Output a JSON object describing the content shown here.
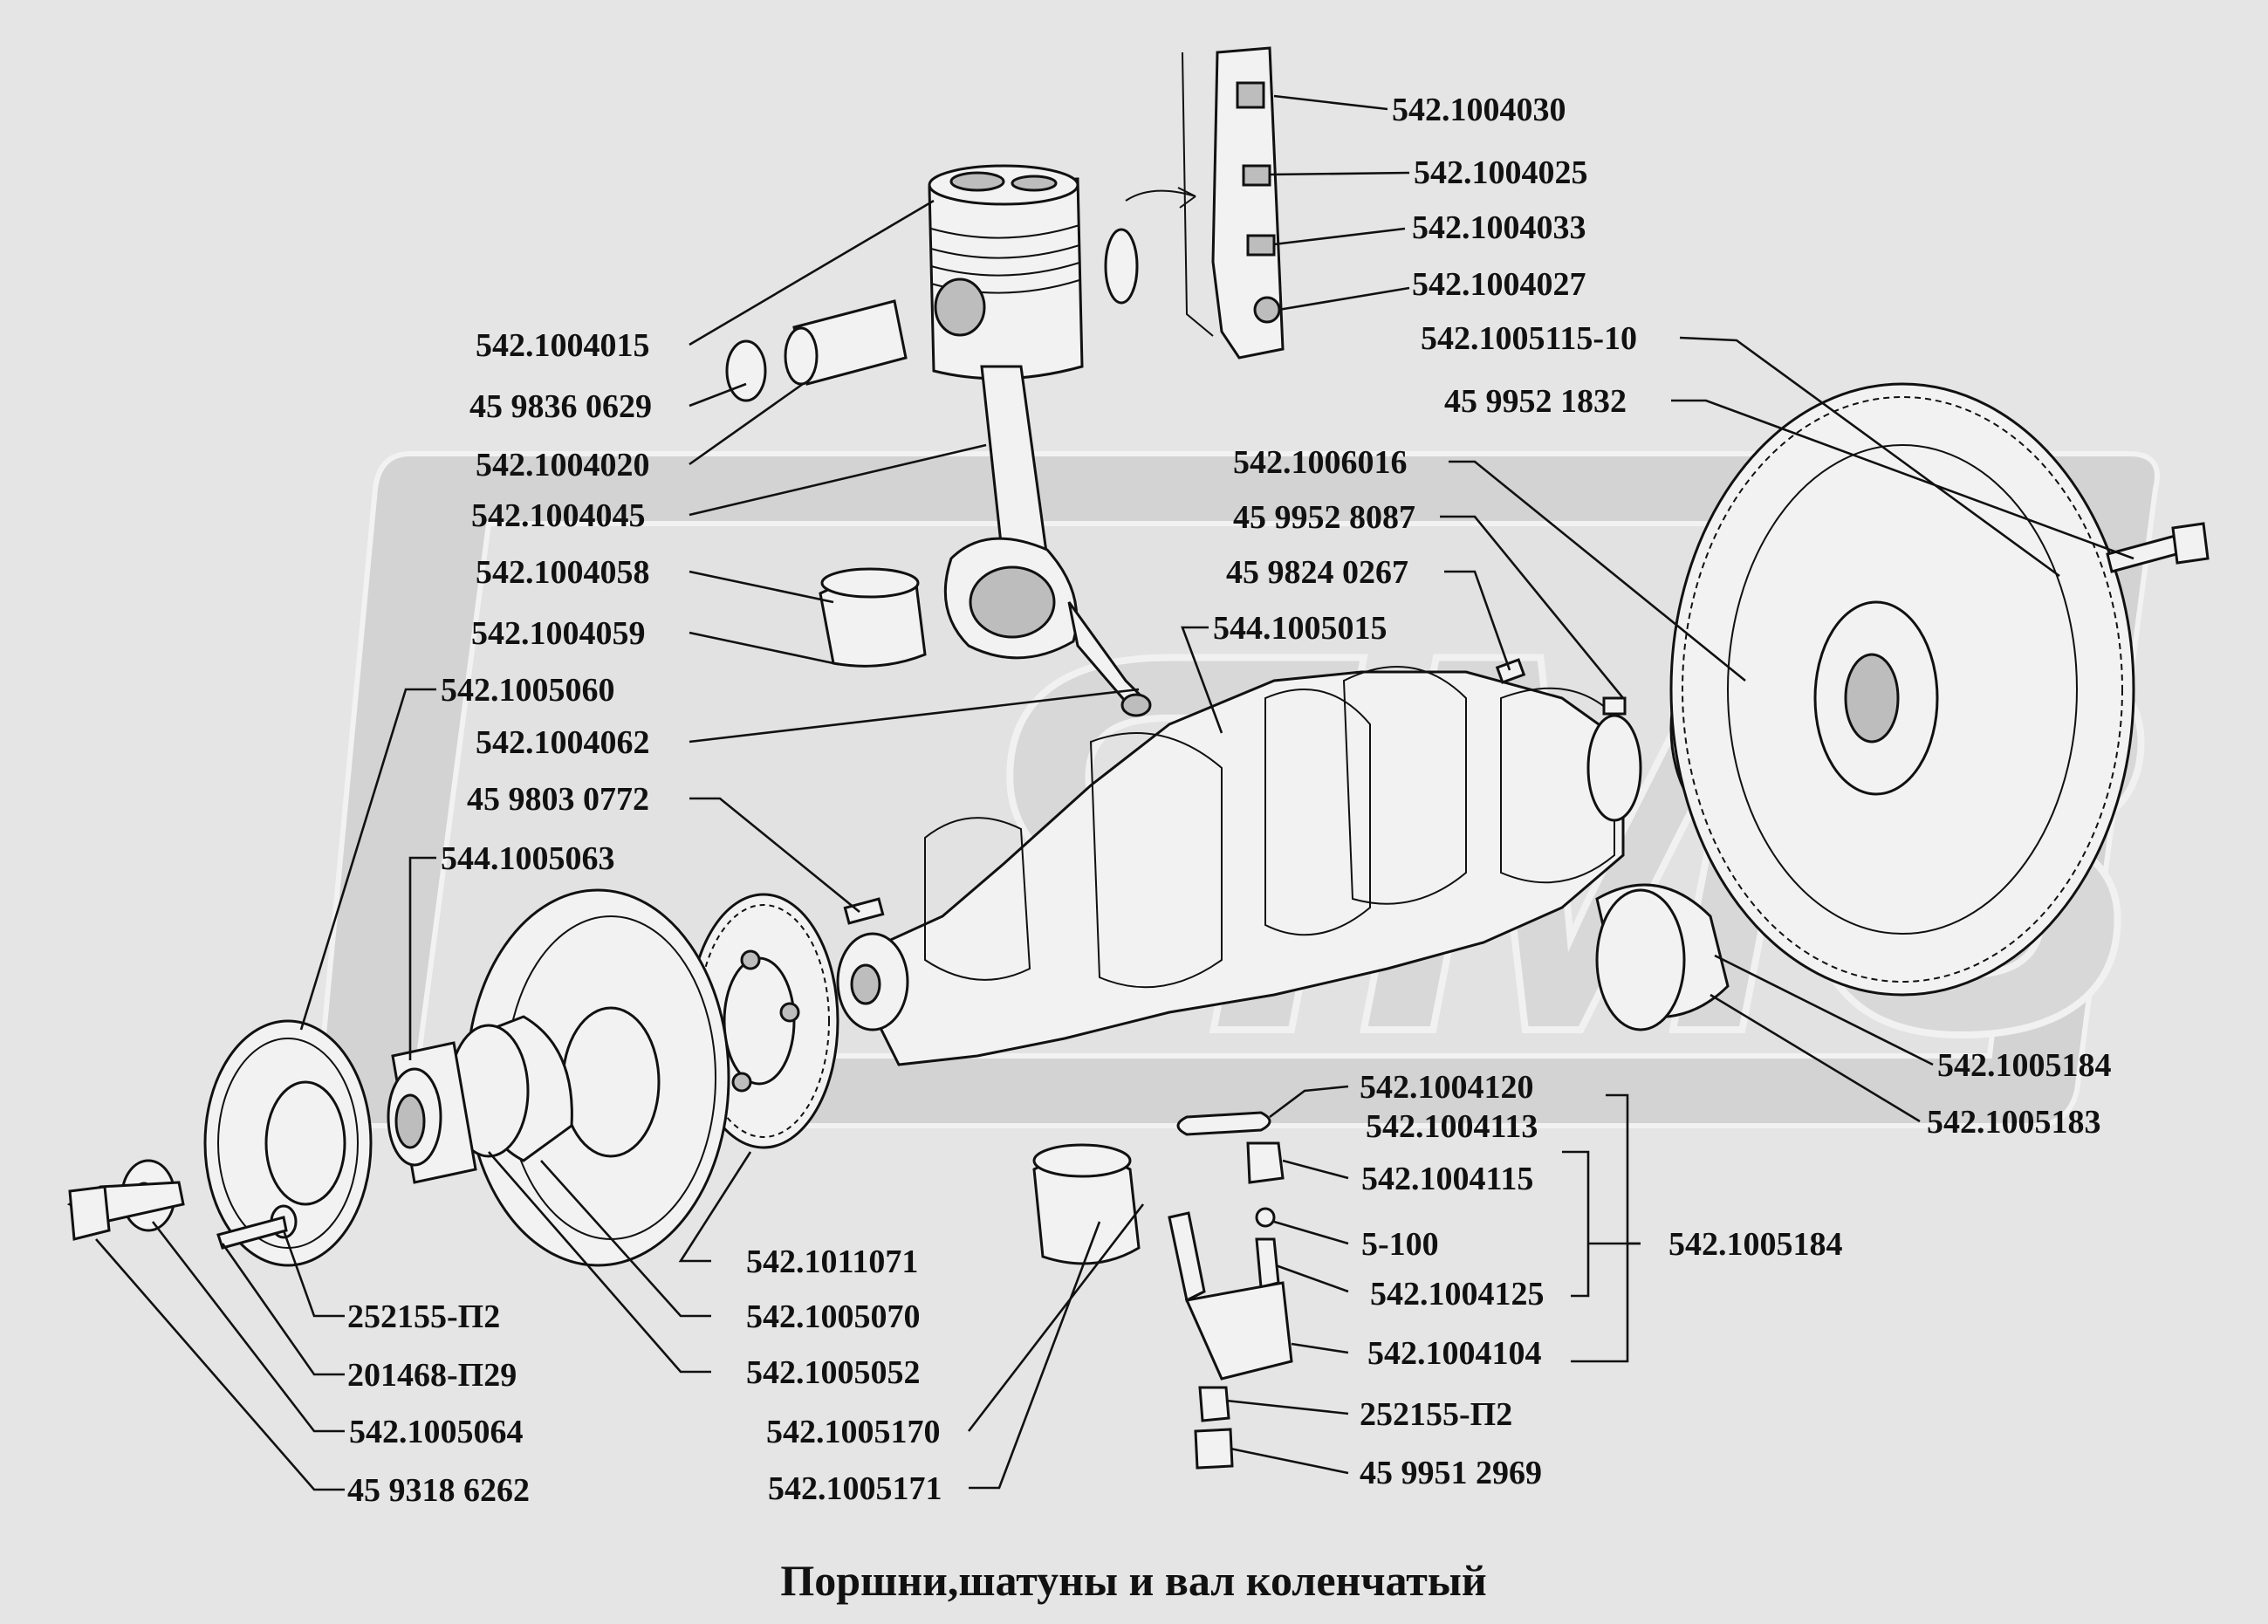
{
  "title": "Поршни,шатуны и вал коленчатый",
  "labels": [
    {
      "id": "l01",
      "text": "542.1004030"
    },
    {
      "id": "l02",
      "text": "542.1004025"
    },
    {
      "id": "l03",
      "text": "542.1004033"
    },
    {
      "id": "l04",
      "text": "542.1004027"
    },
    {
      "id": "l05",
      "text": "542.1005115-10"
    },
    {
      "id": "l06",
      "text": "45 9952 1832"
    },
    {
      "id": "l07",
      "text": "542.1004015"
    },
    {
      "id": "l08",
      "text": "45 9836 0629"
    },
    {
      "id": "l09",
      "text": "542.1004020"
    },
    {
      "id": "l10",
      "text": "542.1004045"
    },
    {
      "id": "l11",
      "text": "542.1006016"
    },
    {
      "id": "l12",
      "text": "45 9952 8087"
    },
    {
      "id": "l13",
      "text": "45 9824 0267"
    },
    {
      "id": "l14",
      "text": "542.1004058"
    },
    {
      "id": "l15",
      "text": "542.1004059"
    },
    {
      "id": "l16",
      "text": "544.1005015"
    },
    {
      "id": "l17",
      "text": "542.1005060"
    },
    {
      "id": "l18",
      "text": "542.1004062"
    },
    {
      "id": "l19",
      "text": "45 9803 0772"
    },
    {
      "id": "l20",
      "text": "544.1005063"
    },
    {
      "id": "l21",
      "text": "542.1005184"
    },
    {
      "id": "l22",
      "text": "542.1005183"
    },
    {
      "id": "l23",
      "text": "542.1004120"
    },
    {
      "id": "l24",
      "text": "542.1004113"
    },
    {
      "id": "l25",
      "text": "542.1004115"
    },
    {
      "id": "l26",
      "text": "5-100"
    },
    {
      "id": "l27",
      "text": "542.1004125"
    },
    {
      "id": "l28",
      "text": "542.1004104"
    },
    {
      "id": "l29",
      "text": "542.1005184"
    },
    {
      "id": "l30",
      "text": "542.1011071"
    },
    {
      "id": "l31",
      "text": "542.1005070"
    },
    {
      "id": "l32",
      "text": "542.1005052"
    },
    {
      "id": "l33",
      "text": "542.1005170"
    },
    {
      "id": "l34",
      "text": "542.1005171"
    },
    {
      "id": "l35",
      "text": "252155-П2"
    },
    {
      "id": "l36",
      "text": "201468-П29"
    },
    {
      "id": "l37",
      "text": "542.1005064"
    },
    {
      "id": "l38",
      "text": "45 9318 6262"
    },
    {
      "id": "l39",
      "text": "252155-П2"
    },
    {
      "id": "l40",
      "text": "45 9951 2969"
    }
  ]
}
